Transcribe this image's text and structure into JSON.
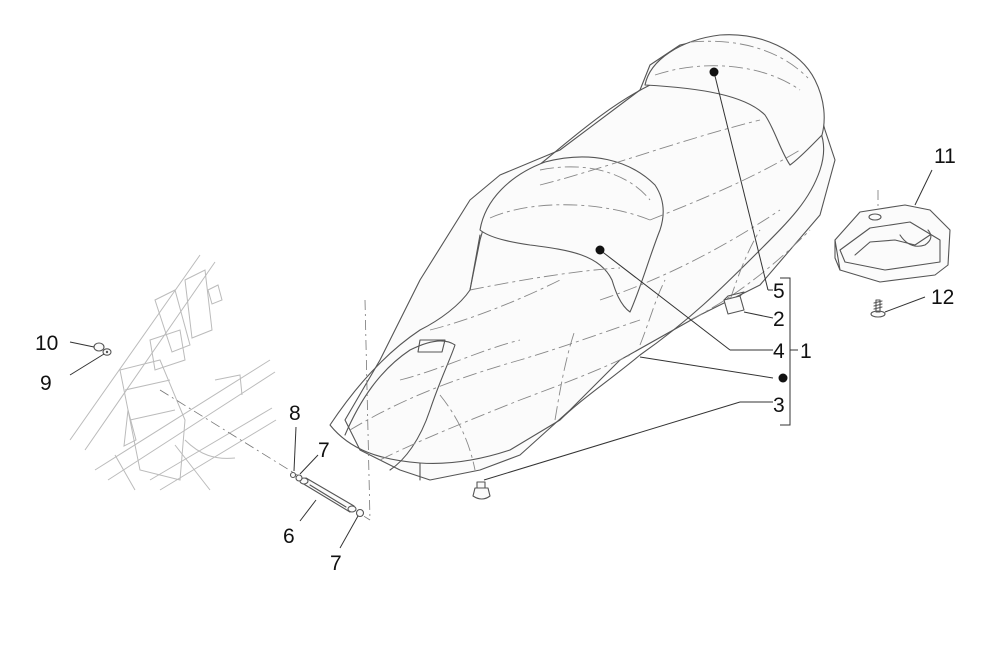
{
  "callouts": {
    "c1": "1",
    "c2": "2",
    "c3": "3",
    "c4": "4",
    "c5": "5",
    "c6": "6",
    "c7a": "7",
    "c7b": "7",
    "c8": "8",
    "c9": "9",
    "c10": "10",
    "c11": "11",
    "c12": "12"
  },
  "colors": {
    "line": "#555555",
    "leader": "#333333",
    "text": "#111111"
  }
}
